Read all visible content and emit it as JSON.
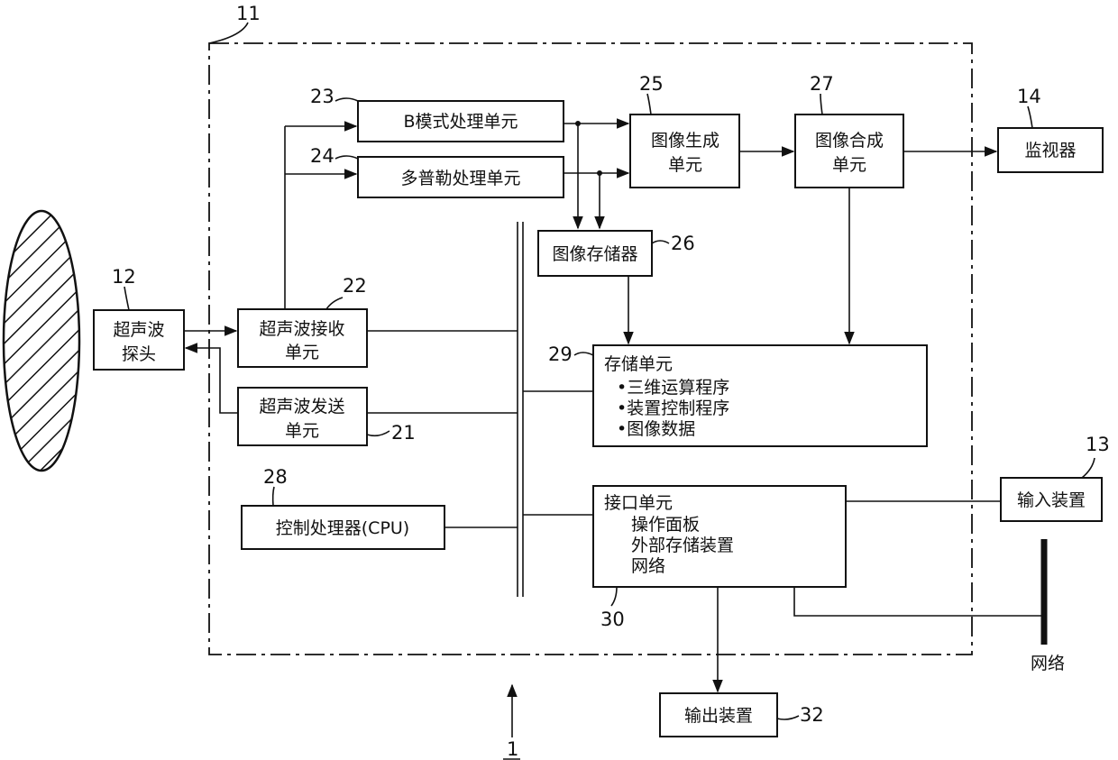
{
  "ref": {
    "system": "1",
    "main_unit": "11",
    "probe": "12",
    "input": "13",
    "monitor": "14",
    "tx": "21",
    "rx": "22",
    "bmode": "23",
    "doppler": "24",
    "imggen": "25",
    "imgmem": "26",
    "imgsyn": "27",
    "cpu": "28",
    "storage": "29",
    "interface": "30",
    "output": "32"
  },
  "blocks": {
    "probe": {
      "line1": "超声波",
      "line2": "探头"
    },
    "rx": {
      "line1": "超声波接收",
      "line2": "单元"
    },
    "tx": {
      "line1": "超声波发送",
      "line2": "单元"
    },
    "bmode": "B模式处理单元",
    "doppler": "多普勒处理单元",
    "imggen": {
      "line1": "图像生成",
      "line2": "单元"
    },
    "imgsyn": {
      "line1": "图像合成",
      "line2": "单元"
    },
    "monitor": "监视器",
    "imgmem": "图像存储器",
    "storage": {
      "title": "存储单元",
      "items": [
        "•三维运算程序",
        "•装置控制程序",
        "•图像数据"
      ]
    },
    "cpu": "控制处理器(CPU)",
    "interface": {
      "title": "接口单元",
      "items": [
        "操作面板",
        "外部存储装置",
        "网络"
      ]
    },
    "input": "输入装置",
    "output": "输出装置",
    "network": "网络"
  }
}
